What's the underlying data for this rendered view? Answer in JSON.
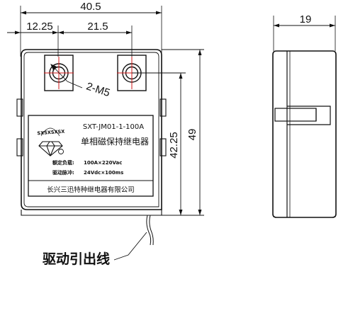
{
  "dimensions": {
    "total_width": "40.5",
    "left_offset": "12.25",
    "terminal_spacing": "21.5",
    "side_depth": "19",
    "pin_height": "42.25",
    "total_height": "49",
    "screw_spec": "2-M5"
  },
  "label": {
    "logo_text": "SXSXSXSX",
    "model": "SXT-JM01-1-100A",
    "product_name": "单相磁保持继电器",
    "rated_load_label": "额定负载:",
    "rated_load_value": "100A×220Vac",
    "drive_pulse_label": "驱动脉冲:",
    "drive_pulse_value": "24Vdc×100ms",
    "manufacturer": "长兴三迅特种继电器有限公司"
  },
  "callout": {
    "drive_lead": "驱动引出线"
  }
}
